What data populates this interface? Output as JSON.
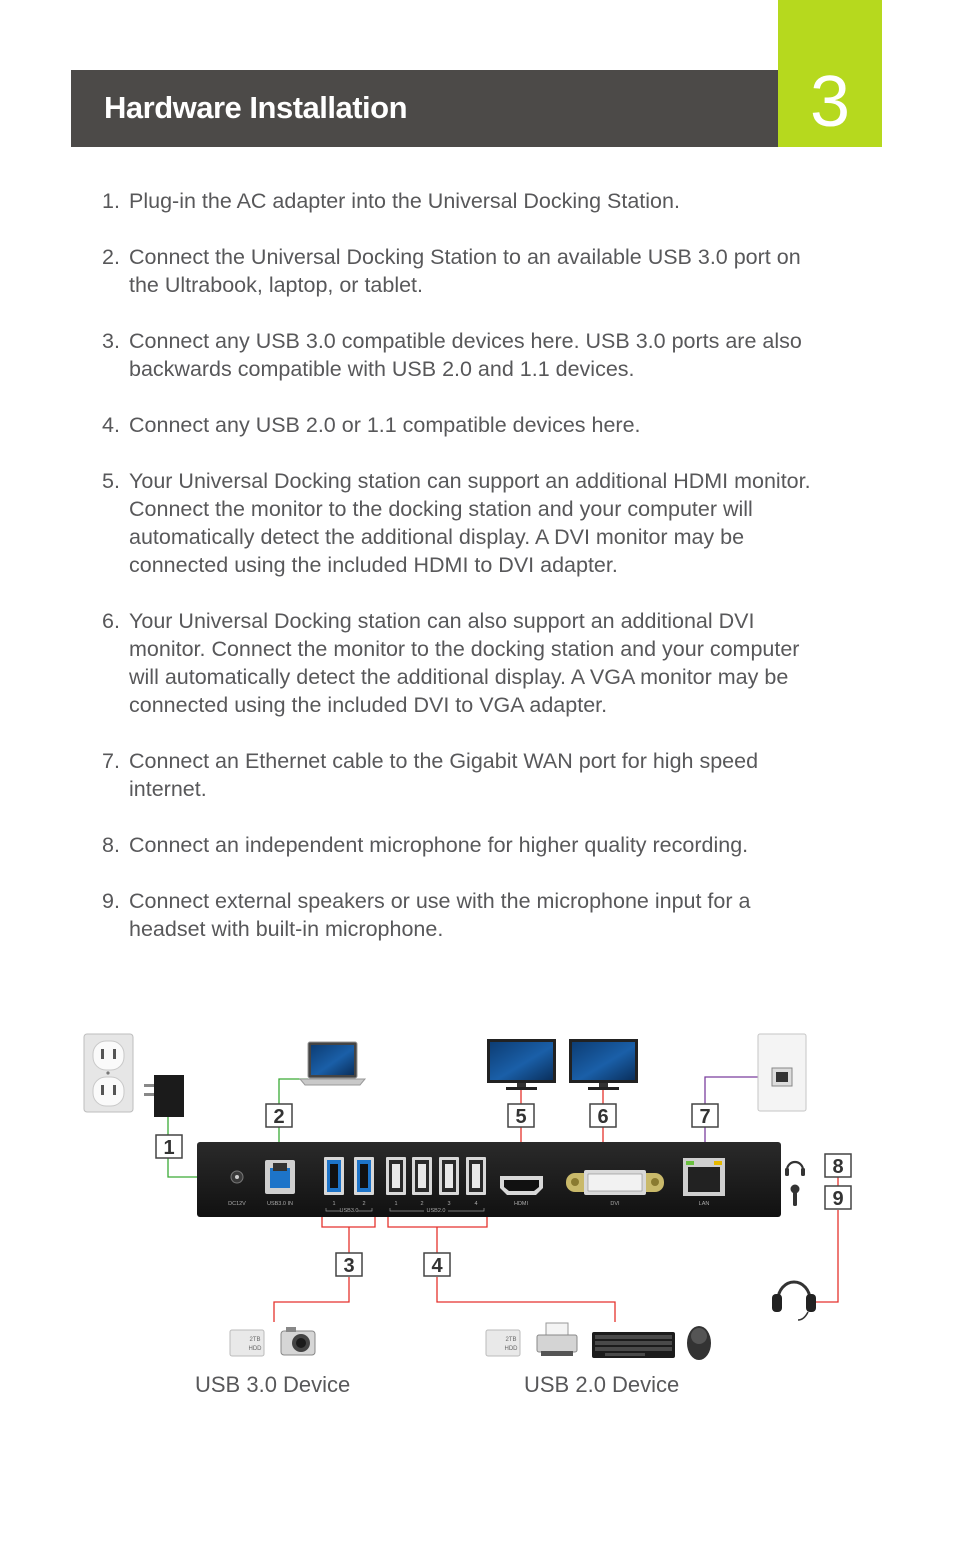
{
  "header": {
    "title": "Hardware Installation",
    "chapter": "3"
  },
  "steps": [
    {
      "num": "1.",
      "text": "Plug-in the AC adapter into the Universal Docking Station."
    },
    {
      "num": "2.",
      "text": "Connect the Universal Docking Station to an available USB 3.0 port on the Ultrabook, laptop, or tablet."
    },
    {
      "num": "3.",
      "text": "Connect any USB 3.0 compatible devices here.  USB 3.0 ports are also backwards compatible with USB 2.0 and 1.1 devices."
    },
    {
      "num": "4.",
      "text": "Connect any USB 2.0 or 1.1 compatible devices here."
    },
    {
      "num": "5.",
      "text": "Your Universal Docking station can support an additional HDMI monitor.  Connect the monitor to the docking station and your computer will automatically detect the additional display. A DVI monitor may be connected using the included HDMI to DVI adapter."
    },
    {
      "num": "6.",
      "text": "Your Universal Docking station can also support an additional DVI monitor.  Connect the monitor to the docking station and your computer will automatically detect the additional display. A VGA monitor may be connected using the included DVI to VGA adapter."
    },
    {
      "num": "7.",
      "text": "Connect an Ethernet cable to the Gigabit WAN port for high speed internet."
    },
    {
      "num": "8.",
      "text": "Connect an independent microphone for higher quality recording."
    },
    {
      "num": "9.",
      "text": "Connect external speakers or use with the microphone input for a headset with built-in microphone."
    }
  ],
  "diagram": {
    "callouts": [
      "1",
      "2",
      "3",
      "4",
      "5",
      "6",
      "7",
      "8",
      "9"
    ],
    "port_labels": {
      "dc": "DC12V",
      "usb_in": "USB3.0 IN",
      "usb3": "USB3.0",
      "usb2": "USB2.0",
      "hdmi": "HDMI",
      "dvi": "DVI",
      "lan": "LAN",
      "usb3_n1": "1",
      "usb3_n2": "2",
      "usb2_n1": "1",
      "usb2_n2": "2",
      "usb2_n3": "3",
      "usb2_n4": "4"
    },
    "hdd_label_line1": "2TB",
    "hdd_label_line2": "HDD",
    "colors": {
      "power": "#3aaa35",
      "usb": "#e5322d",
      "video": "#e5322d",
      "lan": "#7b3f9e",
      "audio": "#e5322d",
      "usb_blue": "#1d74c9"
    },
    "icons": [
      "wall-outlet-icon",
      "ac-adapter-icon",
      "laptop-icon",
      "monitor-icon",
      "ethernet-wall-jack-icon",
      "headphone-icon",
      "microphone-icon",
      "headset-icon",
      "hdd-icon",
      "camera-icon",
      "printer-icon",
      "keyboard-icon",
      "mouse-icon"
    ]
  },
  "captions": {
    "usb3_device": "USB 3.0 Device",
    "usb2_device": "USB 2.0 Device"
  }
}
